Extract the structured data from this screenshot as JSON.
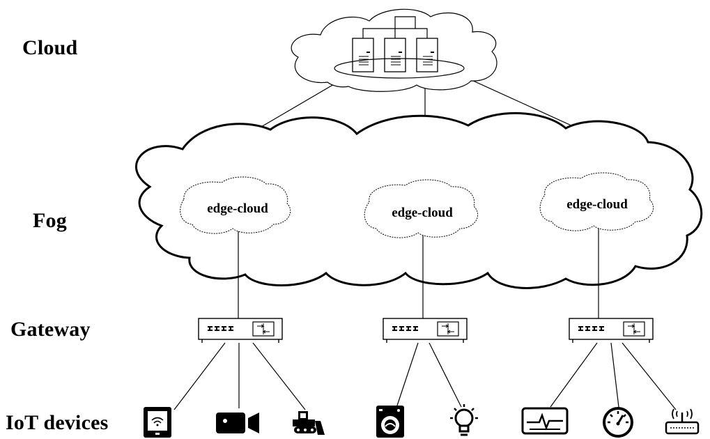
{
  "layers": {
    "cloud": "Cloud",
    "fog": "Fog",
    "gateway": "Gateway",
    "iot": "IoT devices"
  },
  "edge_clouds": [
    "edge-cloud",
    "edge-cloud",
    "edge-cloud"
  ],
  "devices": [
    "tablet-icon",
    "video-camera-icon",
    "bulldozer-icon",
    "washing-machine-icon",
    "light-bulb-icon",
    "heart-monitor-icon",
    "gauge-icon",
    "wifi-router-icon"
  ],
  "colors": {
    "stroke": "#000000",
    "fill": "#ffffff"
  }
}
